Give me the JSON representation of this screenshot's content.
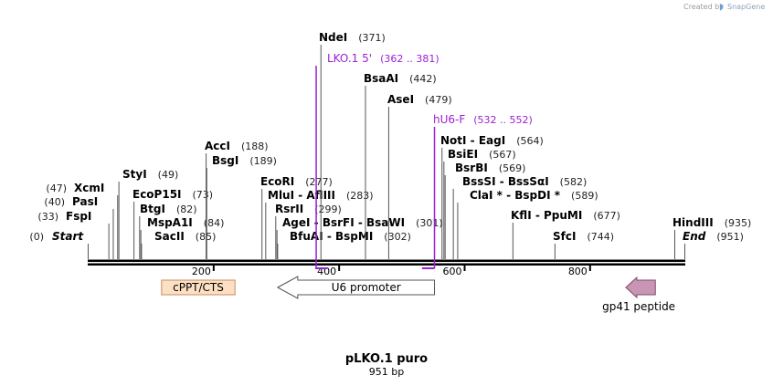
{
  "credit": {
    "prefix": "Created by",
    "brand": "SnapGene"
  },
  "plasmid": {
    "name": "pLKO.1 puro",
    "length_label": "951 bp",
    "length": 951
  },
  "ticks": [
    {
      "pos": 200,
      "label": "200"
    },
    {
      "pos": 400,
      "label": "400"
    },
    {
      "pos": 600,
      "label": "600"
    },
    {
      "pos": 800,
      "label": "800"
    }
  ],
  "sites": [
    {
      "id": "start",
      "name": "Start",
      "pos": 0,
      "pos_label": "(0)",
      "italic": true,
      "pos_first": true
    },
    {
      "id": "fspi",
      "name": "FspI",
      "pos": 33,
      "pos_label": "(33)",
      "pos_first": true
    },
    {
      "id": "pasi",
      "name": "PasI",
      "pos": 40,
      "pos_label": "(40)",
      "pos_first": true
    },
    {
      "id": "xcmi",
      "name": "XcmI",
      "pos": 47,
      "pos_label": "(47)",
      "pos_first": true
    },
    {
      "id": "styi",
      "name": "StyI",
      "pos": 49,
      "pos_label": "(49)"
    },
    {
      "id": "ecop15i",
      "name": "EcoP15I",
      "pos": 73,
      "pos_label": "(73)"
    },
    {
      "id": "btgi",
      "name": "BtgI",
      "pos": 82,
      "pos_label": "(82)"
    },
    {
      "id": "mspa1i",
      "name": "MspA1I",
      "pos": 84,
      "pos_label": "(84)"
    },
    {
      "id": "sacii",
      "name": "SacII",
      "pos": 85,
      "pos_label": "(85)"
    },
    {
      "id": "acci",
      "name": "AccI",
      "pos": 188,
      "pos_label": "(188)"
    },
    {
      "id": "bsgi",
      "name": "BsgI",
      "pos": 189,
      "pos_label": "(189)"
    },
    {
      "id": "ecori",
      "name": "EcoRI",
      "pos": 277,
      "pos_label": "(277)"
    },
    {
      "id": "mlui",
      "name": "MluI  -  AflIII",
      "pos": 283,
      "pos_label": "(283)"
    },
    {
      "id": "rsrii",
      "name": "RsrII",
      "pos": 299,
      "pos_label": "(299)"
    },
    {
      "id": "agei",
      "name": "AgeI  -  BsrFI  -  BsaWI",
      "pos": 301,
      "pos_label": "(301)"
    },
    {
      "id": "bfuai",
      "name": "BfuAI  -  BspMI",
      "pos": 302,
      "pos_label": "(302)"
    },
    {
      "id": "ndei",
      "name": "NdeI",
      "pos": 371,
      "pos_label": "(371)"
    },
    {
      "id": "bsaai",
      "name": "BsaAI",
      "pos": 442,
      "pos_label": "(442)"
    },
    {
      "id": "asei",
      "name": "AseI",
      "pos": 479,
      "pos_label": "(479)"
    },
    {
      "id": "noti",
      "name": "NotI  -  EagI",
      "pos": 564,
      "pos_label": "(564)"
    },
    {
      "id": "bsiei",
      "name": "BsiEI",
      "pos": 567,
      "pos_label": "(567)"
    },
    {
      "id": "bsrbi",
      "name": "BsrBI",
      "pos": 569,
      "pos_label": "(569)"
    },
    {
      "id": "bsssi",
      "name": "BssSI  -  BssSαI",
      "pos": 582,
      "pos_label": "(582)"
    },
    {
      "id": "clai",
      "name": "ClaI *  -  BspDI *",
      "pos": 589,
      "pos_label": "(589)"
    },
    {
      "id": "kfli",
      "name": "KflI  -  PpuMI",
      "pos": 677,
      "pos_label": "(677)"
    },
    {
      "id": "sfci",
      "name": "SfcI",
      "pos": 744,
      "pos_label": "(744)"
    },
    {
      "id": "hindiii",
      "name": "HindIII",
      "pos": 935,
      "pos_label": "(935)"
    },
    {
      "id": "end",
      "name": "End",
      "pos": 951,
      "pos_label": "(951)",
      "italic": true
    }
  ],
  "primers": [
    {
      "id": "lko1",
      "name": "LKO.1 5'",
      "range_label": "(362 .. 381)",
      "start": 362,
      "end": 381,
      "direction": "forward"
    },
    {
      "id": "hu6f",
      "name": "hU6-F",
      "range_label": "(532 .. 552)",
      "start": 532,
      "end": 552,
      "direction": "reverse"
    }
  ],
  "features": [
    {
      "id": "cppt",
      "name": "cPPT/CTS",
      "start": 117,
      "end": 234,
      "shape": "box",
      "fill": "#fde0c4",
      "stroke": "#c8895a"
    },
    {
      "id": "u6",
      "name": "U6 promoter",
      "start": 302,
      "end": 552,
      "shape": "arrow-left",
      "fill": "#ffffff",
      "stroke": "#555555"
    },
    {
      "id": "gp41",
      "name": "gp41 peptide",
      "start": 857,
      "end": 904,
      "shape": "arrow-left",
      "fill": "#c896b4",
      "stroke": "#7a4a6a"
    }
  ],
  "colors": {
    "primer": "#9b1fd4",
    "backbone": "#000000"
  }
}
